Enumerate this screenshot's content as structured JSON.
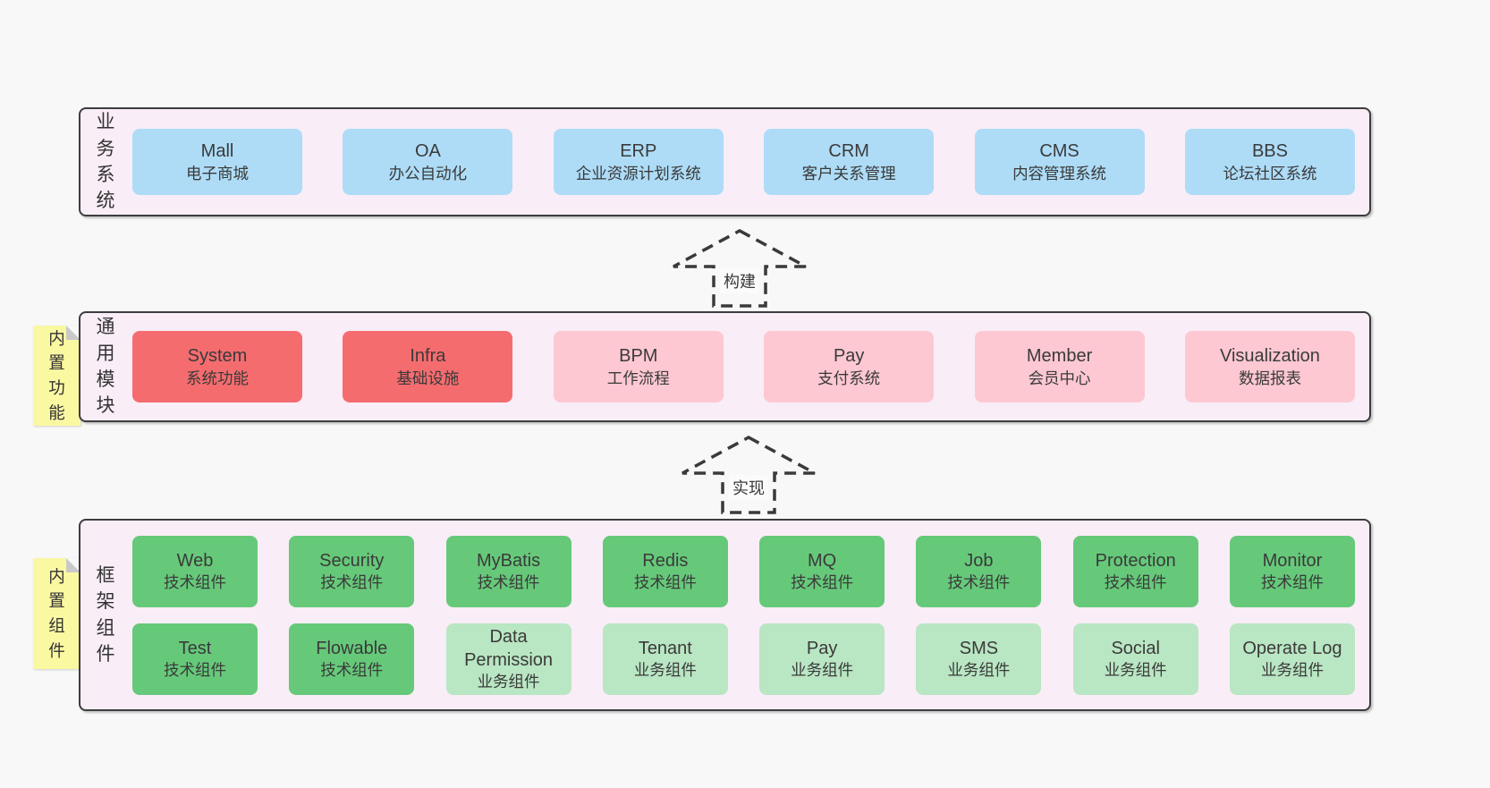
{
  "diagram": {
    "background": "#f8f8f8",
    "panel_bg": "#f9edf7",
    "border_color": "#3d3d3d",
    "text_color": "#3a3a3a",
    "sticky_color": "#fbf8a2",
    "arrows": [
      {
        "label": "构建"
      },
      {
        "label": "实现"
      }
    ],
    "sections": [
      {
        "side_label": "业务系统",
        "sticky": null,
        "rows": [
          [
            {
              "title": "Mall",
              "subtitle": "电子商城",
              "variant": "blue",
              "color": "#aedcf7"
            },
            {
              "title": "OA",
              "subtitle": "办公自动化",
              "variant": "blue",
              "color": "#aedcf7"
            },
            {
              "title": "ERP",
              "subtitle": "企业资源计划系统",
              "variant": "blue",
              "color": "#aedcf7"
            },
            {
              "title": "CRM",
              "subtitle": "客户关系管理",
              "variant": "blue",
              "color": "#aedcf7"
            },
            {
              "title": "CMS",
              "subtitle": "内容管理系统",
              "variant": "blue",
              "color": "#aedcf7"
            },
            {
              "title": "BBS",
              "subtitle": "论坛社区系统",
              "variant": "blue",
              "color": "#aedcf7"
            }
          ]
        ]
      },
      {
        "side_label": "通用模块",
        "sticky": "内置功能",
        "rows": [
          [
            {
              "title": "System",
              "subtitle": "系统功能",
              "variant": "red",
              "color": "#f56c6f"
            },
            {
              "title": "Infra",
              "subtitle": "基础设施",
              "variant": "red",
              "color": "#f56c6f"
            },
            {
              "title": "BPM",
              "subtitle": "工作流程",
              "variant": "pink",
              "color": "#fdc8d2"
            },
            {
              "title": "Pay",
              "subtitle": "支付系统",
              "variant": "pink",
              "color": "#fdc8d2"
            },
            {
              "title": "Member",
              "subtitle": "会员中心",
              "variant": "pink",
              "color": "#fdc8d2"
            },
            {
              "title": "Visualization",
              "subtitle": "数据报表",
              "variant": "pink",
              "color": "#fdc8d2"
            }
          ]
        ]
      },
      {
        "side_label": "框架组件",
        "sticky": "内置组件",
        "rows": [
          [
            {
              "title": "Web",
              "subtitle": "技术组件",
              "variant": "green",
              "color": "#66c97a"
            },
            {
              "title": "Security",
              "subtitle": "技术组件",
              "variant": "green",
              "color": "#66c97a"
            },
            {
              "title": "MyBatis",
              "subtitle": "技术组件",
              "variant": "green",
              "color": "#66c97a"
            },
            {
              "title": "Redis",
              "subtitle": "技术组件",
              "variant": "green",
              "color": "#66c97a"
            },
            {
              "title": "MQ",
              "subtitle": "技术组件",
              "variant": "green",
              "color": "#66c97a"
            },
            {
              "title": "Job",
              "subtitle": "技术组件",
              "variant": "green",
              "color": "#66c97a"
            },
            {
              "title": "Protection",
              "subtitle": "技术组件",
              "variant": "green",
              "color": "#66c97a"
            },
            {
              "title": "Monitor",
              "subtitle": "技术组件",
              "variant": "green",
              "color": "#66c97a"
            }
          ],
          [
            {
              "title": "Test",
              "subtitle": "技术组件",
              "variant": "green",
              "color": "#66c97a"
            },
            {
              "title": "Flowable",
              "subtitle": "技术组件",
              "variant": "green",
              "color": "#66c97a"
            },
            {
              "title": "Data Permission",
              "subtitle": "业务组件",
              "variant": "lightgreen",
              "color": "#b9e6c3"
            },
            {
              "title": "Tenant",
              "subtitle": "业务组件",
              "variant": "lightgreen",
              "color": "#b9e6c3"
            },
            {
              "title": "Pay",
              "subtitle": "业务组件",
              "variant": "lightgreen",
              "color": "#b9e6c3"
            },
            {
              "title": "SMS",
              "subtitle": "业务组件",
              "variant": "lightgreen",
              "color": "#b9e6c3"
            },
            {
              "title": "Social",
              "subtitle": "业务组件",
              "variant": "lightgreen",
              "color": "#b9e6c3"
            },
            {
              "title": "Operate Log",
              "subtitle": "业务组件",
              "variant": "lightgreen",
              "color": "#b9e6c3"
            }
          ]
        ]
      }
    ]
  }
}
